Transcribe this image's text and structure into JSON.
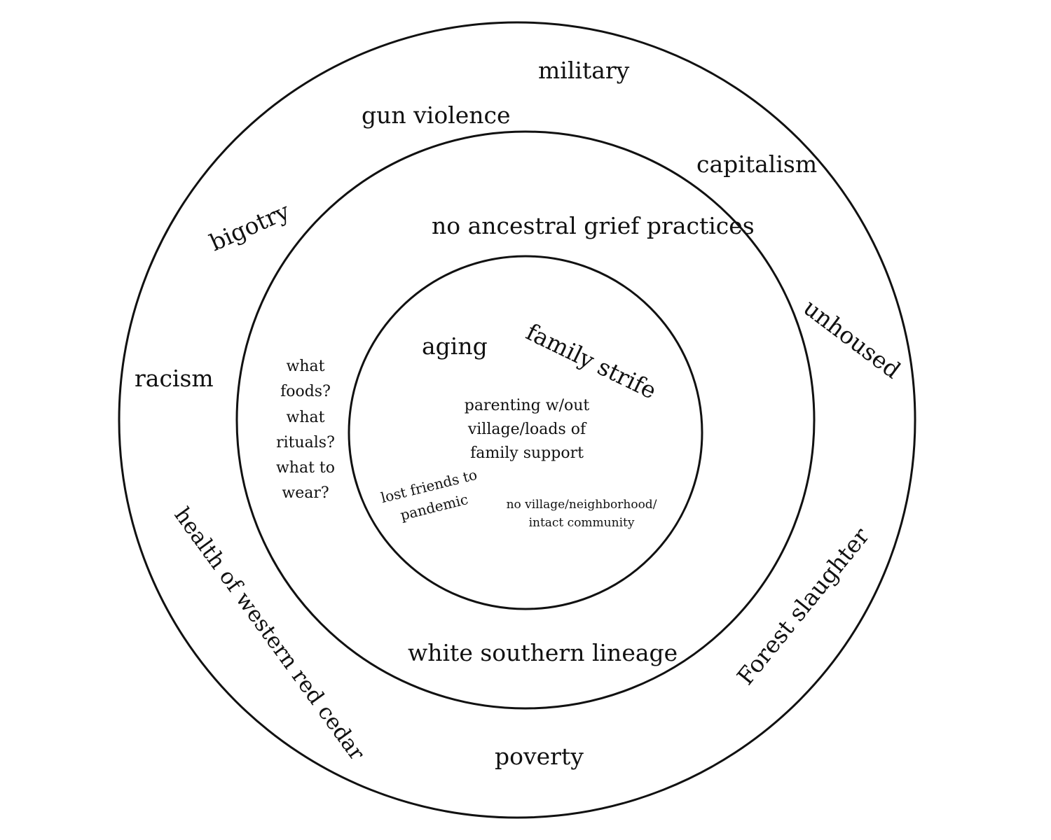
{
  "diagram": {
    "outer_ring": {
      "labels": [
        "military",
        "gun violence",
        "capitalism",
        "bigotry",
        "unhoused",
        "racism",
        "health of western red cedar",
        "Forest slaughter",
        "poverty"
      ]
    },
    "middle_ring": {
      "labels": [
        "no ancestral grief practices",
        "what foods? what rituals? what to wear?",
        "white southern lineage"
      ]
    },
    "inner_circle": {
      "labels": [
        "aging",
        "family strife",
        "parenting w/out village/loads of family support",
        "lost friends to pandemic",
        "no village/neighborhood/intact community"
      ]
    },
    "colors": {
      "stroke": "#111111",
      "background": "#ffffff"
    }
  }
}
